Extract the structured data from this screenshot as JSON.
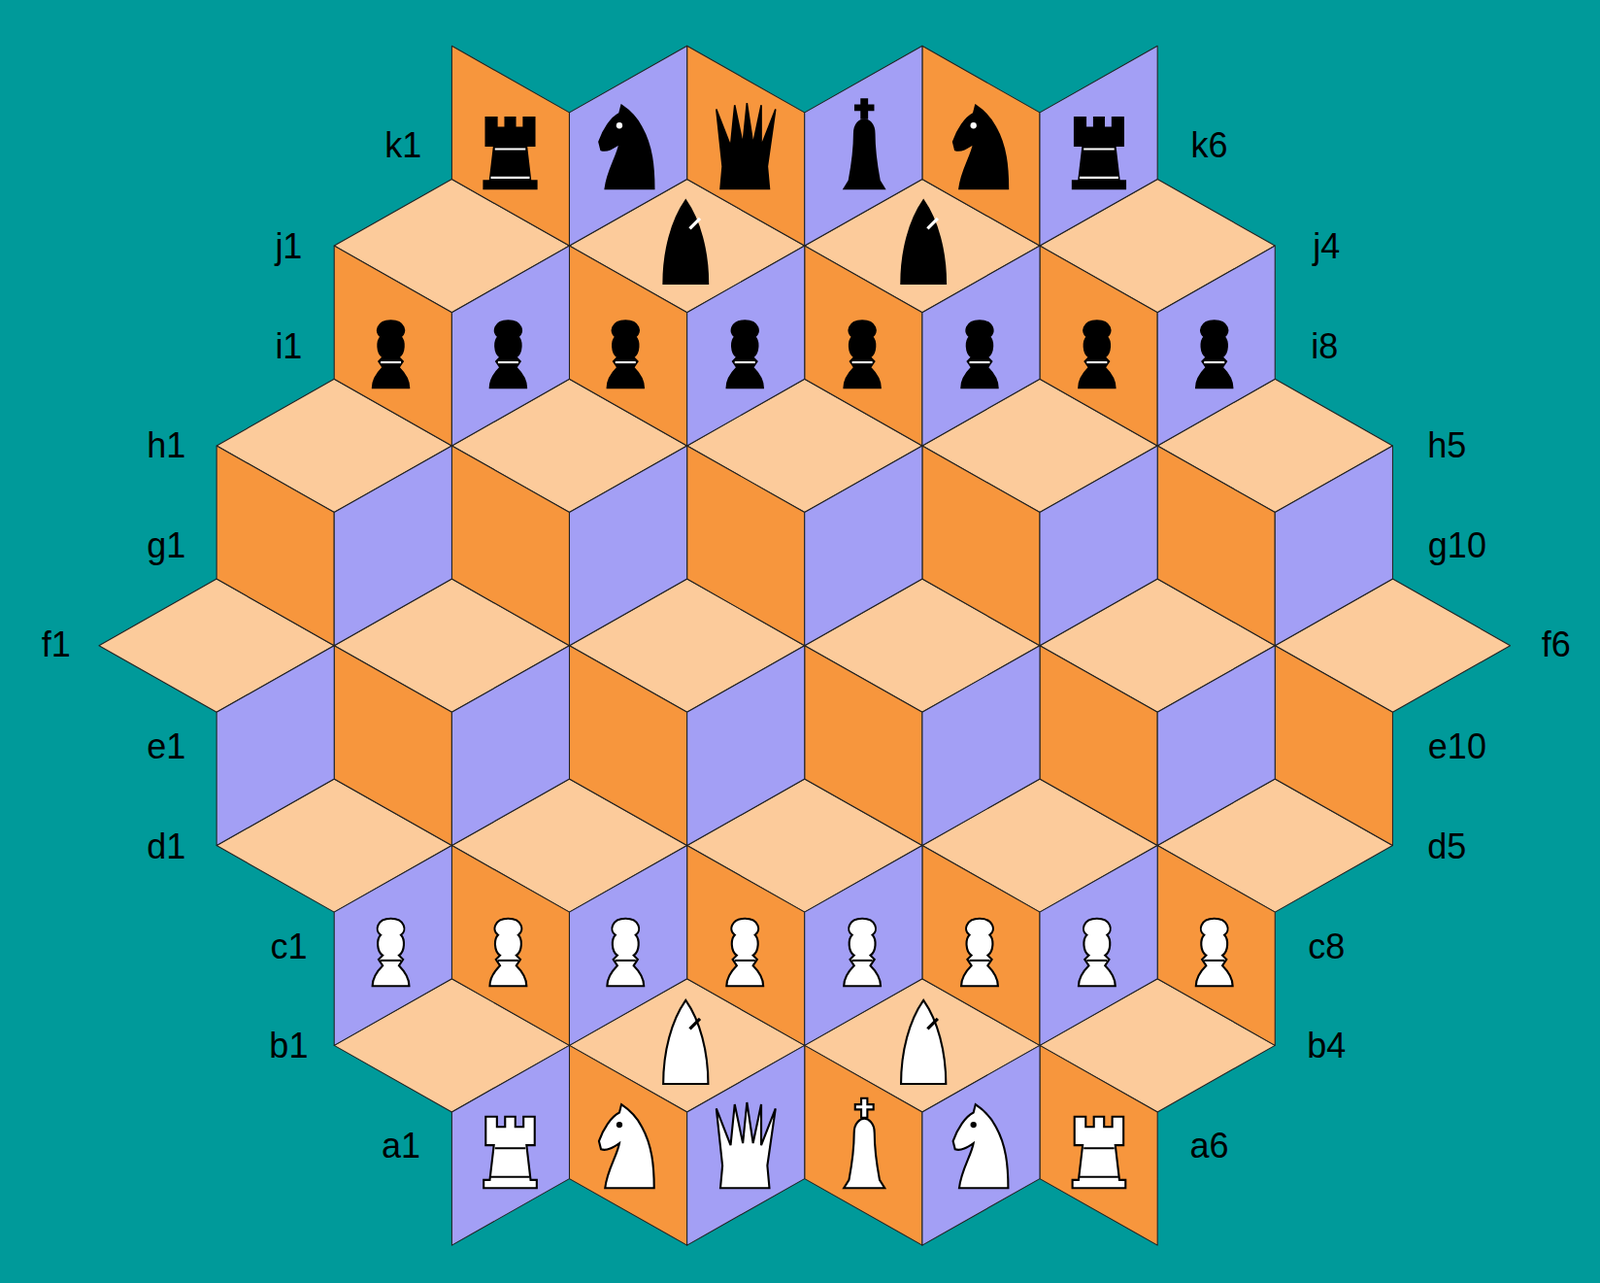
{
  "diagram": {
    "labels": [
      "k1",
      "k6",
      "j1",
      "j4",
      "i1",
      "i8",
      "h1",
      "h5",
      "g1",
      "g10",
      "f1",
      "f6",
      "e1",
      "e10",
      "d1",
      "d5",
      "c1",
      "c8",
      "b1",
      "b4",
      "a1",
      "a6"
    ]
  }
}
